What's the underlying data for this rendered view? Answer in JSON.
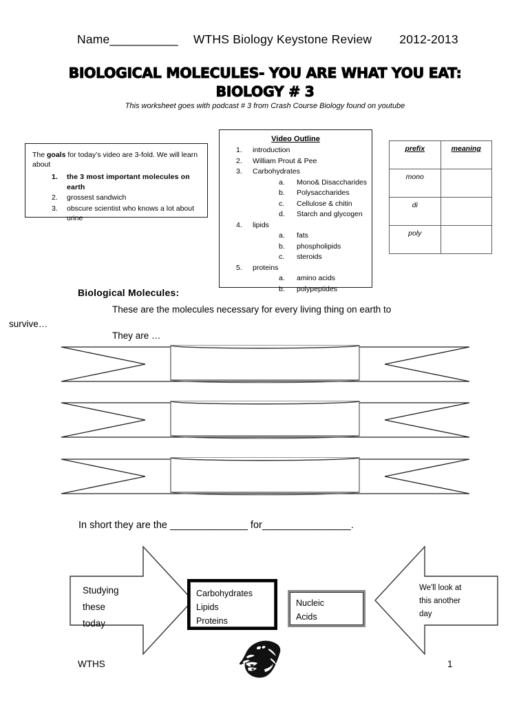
{
  "header": {
    "name_label": "Name__________",
    "course": "WTHS Biology Keystone Review",
    "year": "2012-2013"
  },
  "title": {
    "line1": "BIOLOGICAL MOLECULES- YOU ARE WHAT YOU EAT:",
    "line2": "BIOLOGY # 3",
    "subtitle": "This worksheet goes with podcast # 3  from Crash Course Biology found on youtube"
  },
  "goals_box": {
    "intro_pre": "The ",
    "intro_bold": "goals",
    "intro_post": " for today’s video are 3-fold.  We will learn about",
    "items": [
      {
        "num": "1.",
        "text": "the 3 most important molecules on earth",
        "bold": true
      },
      {
        "num": "2.",
        "text": "grossest sandwich",
        "bold": false
      },
      {
        "num": "3.",
        "text": "obscure scientist who knows a lot about urine",
        "bold": false
      }
    ]
  },
  "video_outline": {
    "title": "Video Outline",
    "items": [
      {
        "level": 1,
        "marker": "1.",
        "text": "introduction"
      },
      {
        "level": 1,
        "marker": "2.",
        "text": "William Prout & Pee"
      },
      {
        "level": 1,
        "marker": "3.",
        "text": "Carbohydrates"
      },
      {
        "level": 2,
        "marker": "a.",
        "text": "Mono& Disaccharides"
      },
      {
        "level": 2,
        "marker": "b.",
        "text": "Polysaccharides"
      },
      {
        "level": 2,
        "marker": "c.",
        "text": "Cellulose & chitin"
      },
      {
        "level": 2,
        "marker": "d.",
        "text": "Starch and glycogen"
      },
      {
        "level": 1,
        "marker": "4.",
        "text": "lipids"
      },
      {
        "level": 2,
        "marker": "a.",
        "text": "fats"
      },
      {
        "level": 2,
        "marker": "b.",
        "text": "phospholipids"
      },
      {
        "level": 2,
        "marker": "c.",
        "text": "steroids"
      },
      {
        "level": 1,
        "marker": "5.",
        "text": "proteins"
      },
      {
        "level": 2,
        "marker": "a.",
        "text": "amino acids"
      },
      {
        "level": 2,
        "marker": "b.",
        "text": "polypeptides"
      }
    ]
  },
  "prefix_table": {
    "headers": [
      "prefix",
      "meaning"
    ],
    "rows": [
      {
        "prefix": "mono",
        "meaning": ""
      },
      {
        "prefix": "di",
        "meaning": ""
      },
      {
        "prefix": "poly",
        "meaning": ""
      }
    ]
  },
  "body": {
    "section_heading": "Biological Molecules:",
    "paragraph_1a": "These are the molecules necessary for every living thing on earth to",
    "paragraph_1b": "survive…",
    "paragraph_2": "They are …",
    "in_short": "In short they are the ______________ for________________."
  },
  "ribbons": [
    {
      "label": ""
    },
    {
      "label": ""
    },
    {
      "label": ""
    }
  ],
  "flow": {
    "left_arrow_text": [
      "Studying",
      "these",
      "today"
    ],
    "center_box": [
      "Carbohydrates",
      "Lipids",
      "Proteins"
    ],
    "right_box": [
      "Nucleic",
      "Acids"
    ],
    "right_arrow_text": [
      "We'll look at",
      "this another",
      "day"
    ]
  },
  "footer": {
    "school": "WTHS",
    "page_number": "1",
    "mascot": "panther-head-logo"
  }
}
